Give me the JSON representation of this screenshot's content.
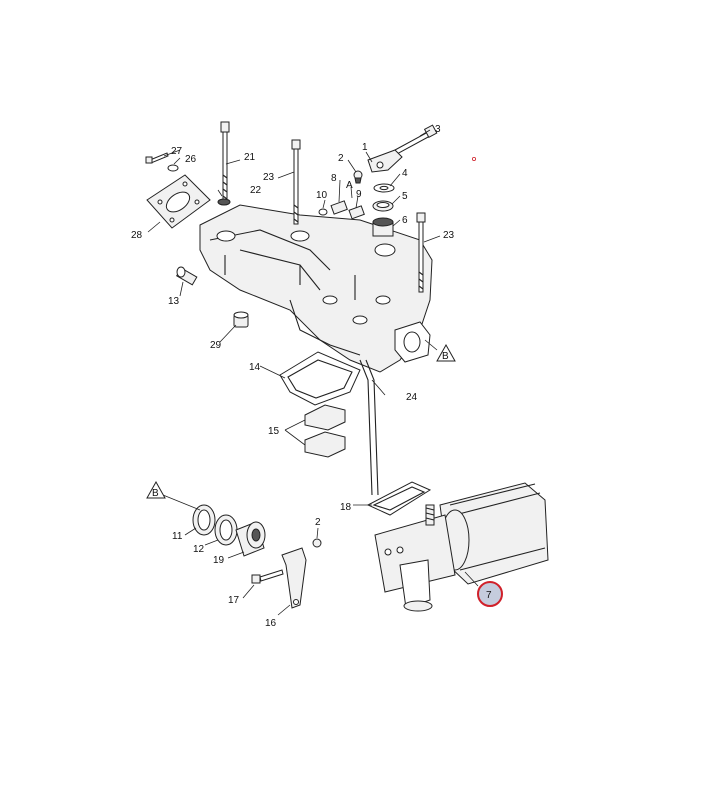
{
  "diagram": {
    "callouts": [
      "1",
      "2",
      "3",
      "4",
      "5",
      "6",
      "7",
      "8",
      "9",
      "10",
      "11",
      "12",
      "13",
      "14",
      "15",
      "16",
      "17",
      "18",
      "19",
      "21",
      "22",
      "23",
      "24",
      "26",
      "27",
      "28",
      "29"
    ],
    "secondary_callouts": {
      "n2": "2",
      "n23": "23"
    },
    "refs": {
      "A": "A",
      "B1": "B",
      "B2": "B"
    },
    "highlighted": "7",
    "colors": {
      "highlight_ring": "#d0202a",
      "highlight_fill": "#c5ccdd",
      "line": "#222222"
    }
  }
}
